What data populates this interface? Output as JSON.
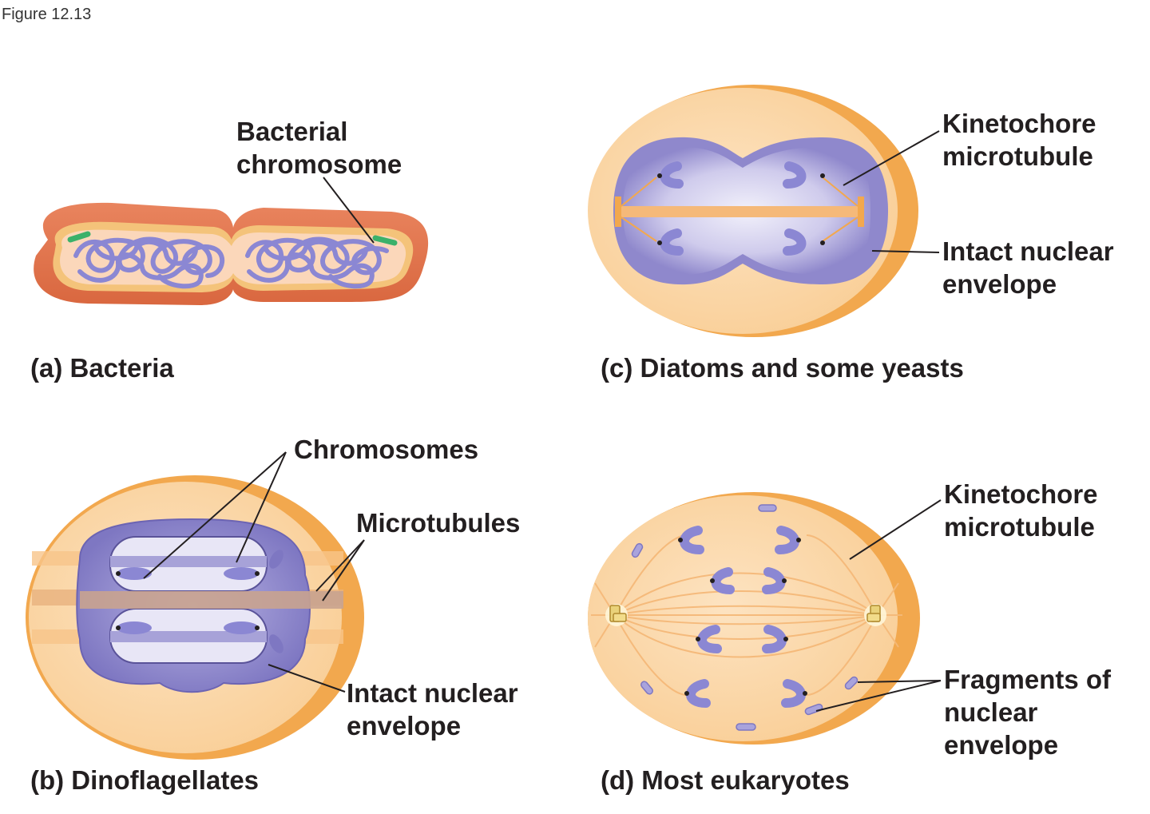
{
  "figure_label": "Figure 12.13",
  "panels": {
    "a": {
      "caption": "(a) Bacteria",
      "labels": {
        "bacterial_chromosome_1": "Bacterial",
        "bacterial_chromosome_2": "chromosome"
      }
    },
    "b": {
      "caption": "(b) Dinoflagellates",
      "labels": {
        "chromosomes": "Chromosomes",
        "microtubules": "Microtubules",
        "envelope_1": "Intact nuclear",
        "envelope_2": "envelope"
      }
    },
    "c": {
      "caption": "(c) Diatoms and some yeasts",
      "labels": {
        "kinetochore_1": "Kinetochore",
        "kinetochore_2": "microtubule",
        "envelope_1": "Intact nuclear",
        "envelope_2": "envelope"
      }
    },
    "d": {
      "caption": "(d) Most eukaryotes",
      "labels": {
        "kinetochore_1": "Kinetochore",
        "kinetochore_2": "microtubule",
        "fragments_1": "Fragments of",
        "fragments_2": "nuclear",
        "fragments_3": "envelope"
      }
    }
  },
  "colors": {
    "cytoplasm": "#fbd6a6",
    "cell_rim": "#f2a84e",
    "bacteria_wall": "#e47a55",
    "nucleus": "#8f88cc",
    "nucleus_light": "#dcdaf0",
    "chromosome": "#8b87d3",
    "spindle": "#f5b979",
    "green_tag": "#3bb16a"
  }
}
